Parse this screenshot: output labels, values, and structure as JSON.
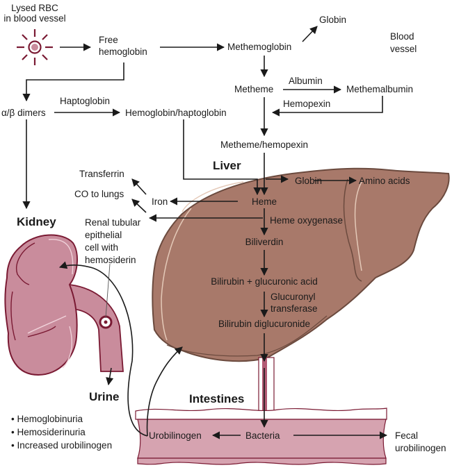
{
  "title": "Hemoglobin catabolism pathway",
  "colors": {
    "liver_fill": "#a8796a",
    "liver_stroke": "#6b4a3e",
    "liver_highlight": "#e4c9b8",
    "kidney_fill": "#c98c9c",
    "kidney_stroke": "#7a1a33",
    "kidney_highlight": "#f0d2da",
    "intestine_fill": "#d6a3b0",
    "intestine_stroke": "#7a1a33",
    "rbc_color": "#7a1a33",
    "arrow": "#1a1a1a"
  },
  "regions": {
    "blood_vessel": [
      "Blood",
      "vessel"
    ],
    "liver": "Liver",
    "kidney": "Kidney",
    "urine": "Urine",
    "intestines": "Intestines"
  },
  "blood_vessel_nodes": {
    "lysed_rbc": [
      "Lysed RBC",
      "in blood vessel"
    ],
    "free_hemoglobin": [
      "Free",
      "hemoglobin"
    ],
    "methemoglobin": "Methemoglobin",
    "globin_top": "Globin",
    "metheme": "Metheme",
    "albumin": "Albumin",
    "methemalbumin": "Methemalbumin",
    "hemopexin": "Hemopexin",
    "metheme_hemopexin": "Metheme/hemopexin",
    "alpha_beta_dimers": "α/β dimers",
    "haptoglobin": "Haptoglobin",
    "hemoglobin_haptoglobin": "Hemoglobin/haptoglobin"
  },
  "liver_nodes": {
    "globin": "Globin",
    "amino_acids": "Amino acids",
    "heme": "Heme",
    "iron": "Iron",
    "transferrin": "Transferrin",
    "co_to_lungs": "CO to lungs",
    "heme_oxygenase": "Heme oxygenase",
    "biliverdin": "Biliverdin",
    "bilirubin_glucuronic": "Bilirubin + glucuronic acid",
    "glucuronyl_transferase": [
      "Glucuronyl",
      "transferase"
    ],
    "bilirubin_diglucuronide": "Bilirubin diglucuronide"
  },
  "kidney_nodes": {
    "renal_tubular": [
      "Renal tubular",
      "epithelial",
      "cell with",
      "hemosiderin"
    ],
    "urine_findings": [
      "• Hemoglobinuria",
      "• Hemosiderinuria",
      "• Increased urobilinogen"
    ]
  },
  "intestine_nodes": {
    "urobilinogen": "Urobilinogen",
    "bacteria": "Bacteria",
    "fecal_urobilinogen": [
      "Fecal",
      "urobilinogen"
    ]
  }
}
